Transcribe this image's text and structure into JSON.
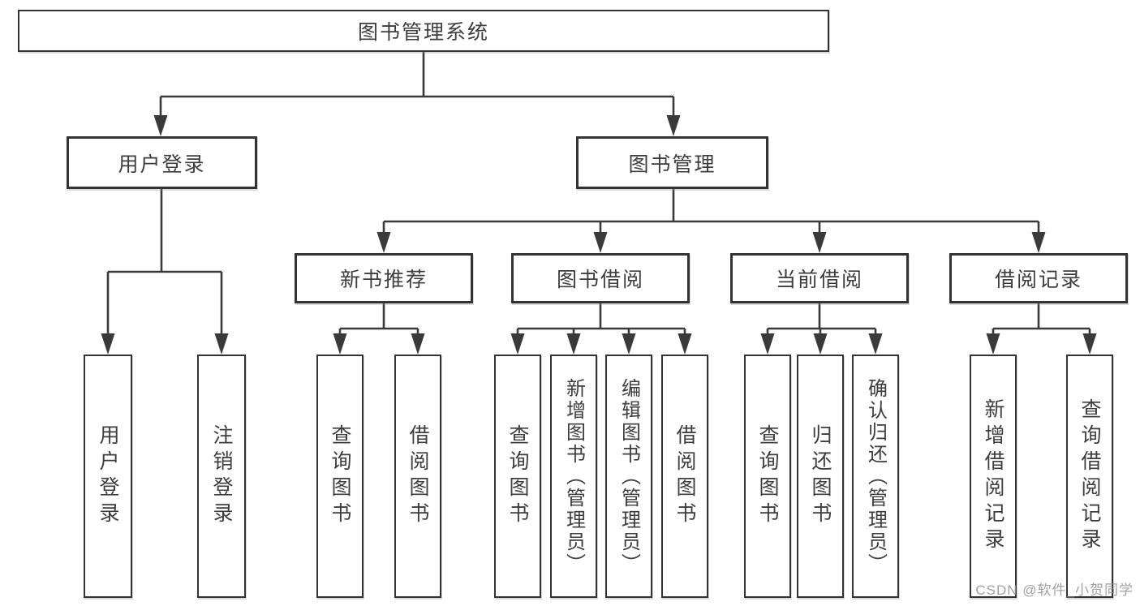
{
  "diagram": {
    "title": "图书管理系统",
    "root": {
      "label": "图书管理系统"
    },
    "branches": [
      {
        "label": "用户登录",
        "children": [
          {
            "label": "用户登录"
          },
          {
            "label": "注销登录"
          }
        ]
      },
      {
        "label": "图书管理",
        "children": [
          {
            "label": "新书推荐",
            "children": [
              {
                "label": "查询图书"
              },
              {
                "label": "借阅图书"
              }
            ]
          },
          {
            "label": "图书借阅",
            "children": [
              {
                "label": "查询图书"
              },
              {
                "label": "新增图书（管理员）"
              },
              {
                "label": "编辑图书（管理员）"
              },
              {
                "label": "借阅图书"
              }
            ]
          },
          {
            "label": "当前借阅",
            "children": [
              {
                "label": "查询图书"
              },
              {
                "label": "归还图书"
              },
              {
                "label": "确认归还（管理员）"
              }
            ]
          },
          {
            "label": "借阅记录",
            "children": [
              {
                "label": "新增借阅记录"
              },
              {
                "label": "查询借阅记录"
              }
            ]
          }
        ]
      }
    ],
    "watermark": "CSDN @软件_小贺同学",
    "colors": {
      "line": "#3a3a3a",
      "box_border": "#333333",
      "text": "#3d3d3d",
      "watermark": "#919191",
      "background": "#ffffff"
    }
  }
}
